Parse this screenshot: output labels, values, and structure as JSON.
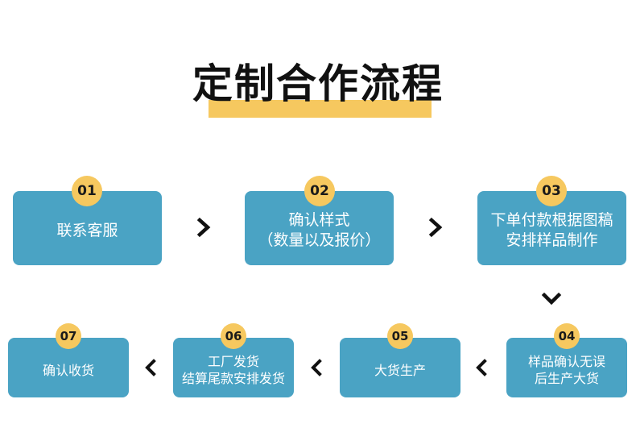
{
  "title": "定制合作流程",
  "colors": {
    "box": "#4aa3c4",
    "badge": "#f6c85f",
    "title_highlight": "#f6c85f",
    "arrow": "#111111"
  },
  "steps": [
    {
      "num": "01",
      "lines": [
        "联系客服"
      ]
    },
    {
      "num": "02",
      "lines": [
        "确认样式",
        "（数量以及报价）"
      ]
    },
    {
      "num": "03",
      "lines": [
        "下单付款根据图稿",
        "安排样品制作"
      ]
    },
    {
      "num": "04",
      "lines": [
        "样品确认无误",
        "后生产大货"
      ]
    },
    {
      "num": "05",
      "lines": [
        "大货生产"
      ]
    },
    {
      "num": "06",
      "lines": [
        "工厂发货",
        "结算尾款安排发货"
      ]
    },
    {
      "num": "07",
      "lines": [
        "确认收货"
      ]
    }
  ],
  "arrows": [
    "right-arrow-icon",
    "right-arrow-icon",
    "down-arrow-icon",
    "left-arrow-icon",
    "left-arrow-icon",
    "left-arrow-icon"
  ]
}
